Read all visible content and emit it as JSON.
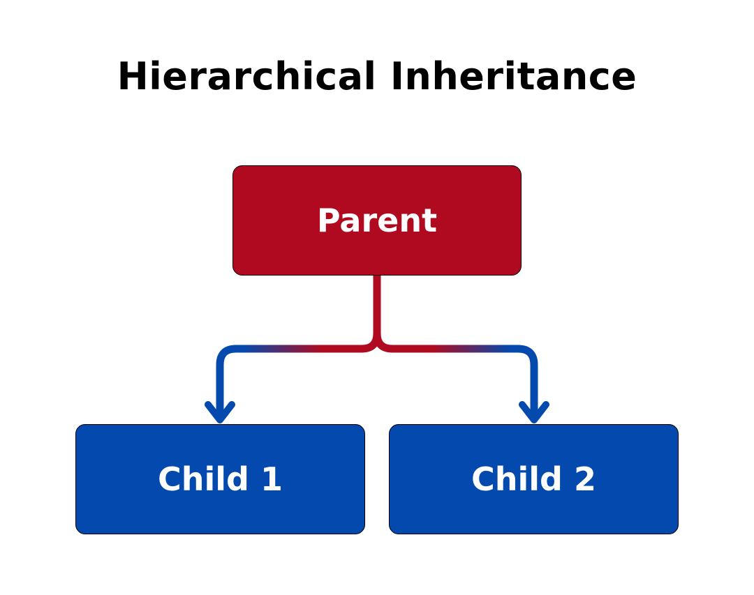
{
  "title": "Hierarchical Inheritance",
  "nodes": {
    "parent": {
      "label": "Parent",
      "color": "#AF0A1F"
    },
    "child_1": {
      "label": "Child 1",
      "color": "#0449AD"
    },
    "child_2": {
      "label": "Child 2",
      "color": "#0449AD"
    }
  },
  "connector": {
    "from_color": "#AF0A1F",
    "to_color": "#0449AD"
  }
}
